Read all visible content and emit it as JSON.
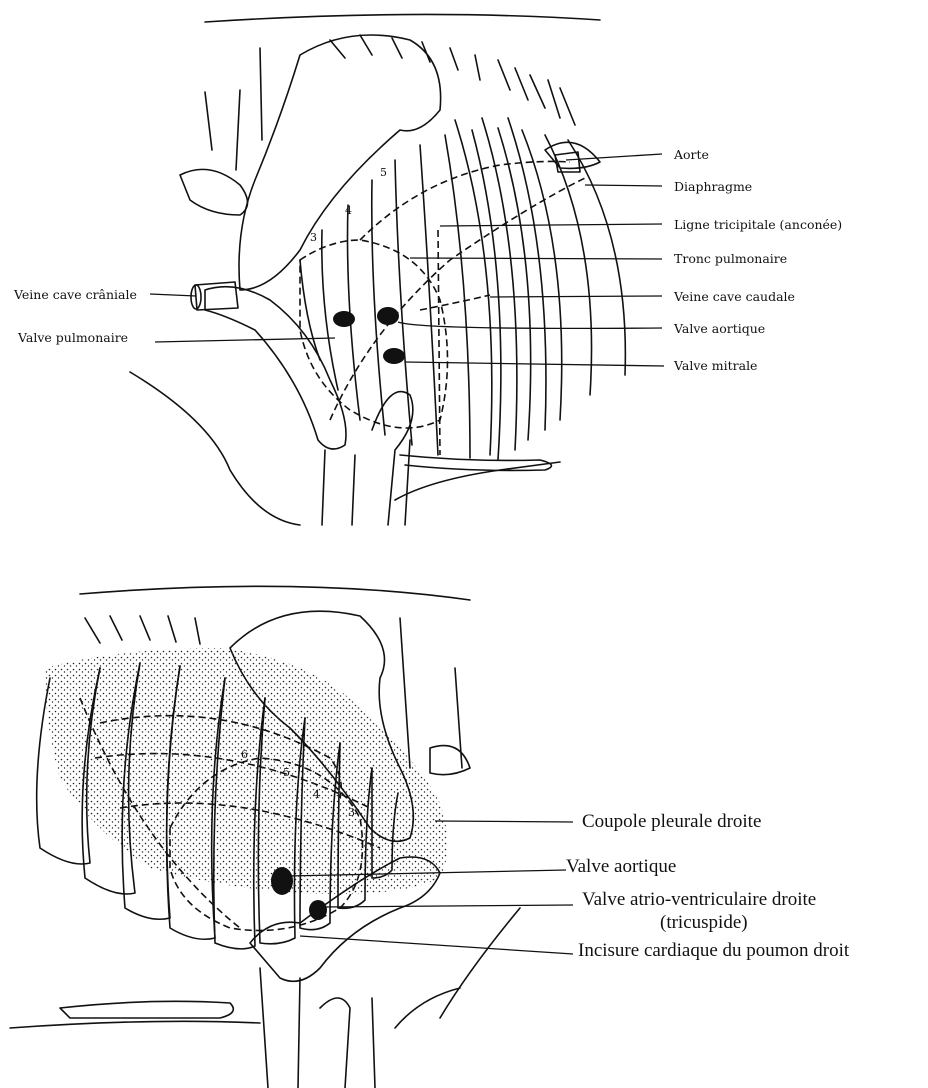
{
  "left_view": {
    "labels": {
      "aorte": "Aorte",
      "diaphragme": "Diaphragme",
      "ligne_tricipitale": "Ligne tricipitale (anconée)",
      "tronc_pulmonaire": "Tronc pulmonaire",
      "veine_cave_caudale": "Veine cave caudale",
      "valve_aortique": "Valve aortique",
      "valve_mitrale": "Valve mitrale",
      "veine_cave_craniale": "Veine cave crâniale",
      "valve_pulmonaire": "Valve pulmonaire"
    },
    "rib_numbers": [
      "3",
      "4",
      "5"
    ]
  },
  "right_view": {
    "labels": {
      "coupole_pleurale": "Coupole pleurale droite",
      "valve_aortique": "Valve aortique",
      "valve_tricuspide_line1": "Valve atrio-ventriculaire droite",
      "valve_tricuspide_line2": "(tricuspide)",
      "incisure_cardiaque": "Incisure cardiaque du poumon droit"
    },
    "rib_numbers": [
      "6",
      "5",
      "4",
      "3"
    ]
  }
}
